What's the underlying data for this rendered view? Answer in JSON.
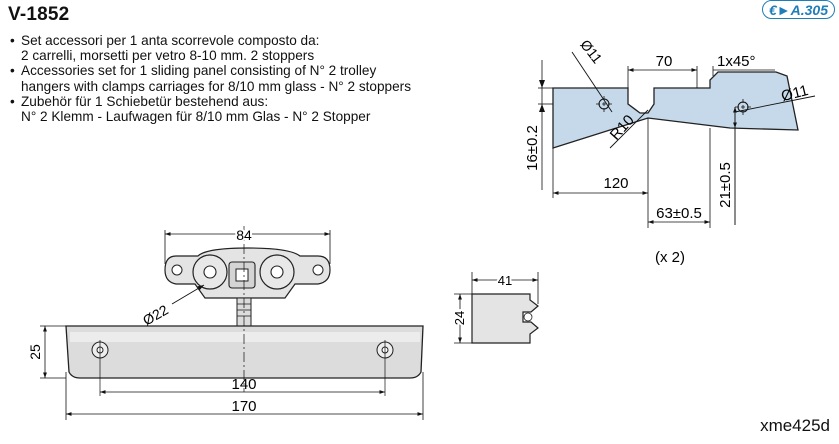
{
  "product_code": "V-1852",
  "catalog_ref": "€►A.305",
  "description": [
    {
      "lines": [
        "Set accessori per 1 anta scorrevole composto da:",
        "2 carrelli, morsetti per vetro 8-10 mm. 2 stoppers"
      ]
    },
    {
      "lines": [
        "Accessories set for 1 sliding panel consisting of N° 2 trolley",
        "hangers with clamps carriages for 8/10 mm glass - N° 2 stoppers"
      ]
    },
    {
      "lines": [
        "Zubehör für 1 Schiebetür bestehend aus:",
        "N° 2 Klemm - Laufwagen für 8/10 mm Glas  - N° 2 Stopper"
      ]
    }
  ],
  "bullet": "•",
  "glass_drawing": {
    "hole_diameter_left": "Ø11",
    "dim_70": "70",
    "chamfer": "1x45°",
    "hole_diameter_right": "Ø11",
    "radius": "R10",
    "height": "16±0.2",
    "dim_120": "120",
    "dim_63": "63±0.5",
    "dim_21": "21±0.5",
    "quantity": "(x 2)"
  },
  "trolley_drawing": {
    "dim_84": "84",
    "wheel_diameter": "Ø22",
    "height_25": "25",
    "dim_140": "140",
    "dim_170": "170"
  },
  "stopper_drawing": {
    "dim_41": "41",
    "dim_24": "24"
  },
  "drawing_ref": "xme425d",
  "colors": {
    "glass_fill": "#c6d9ea",
    "accent": "#1f7db8",
    "part_gray": "#dcdcdc"
  }
}
